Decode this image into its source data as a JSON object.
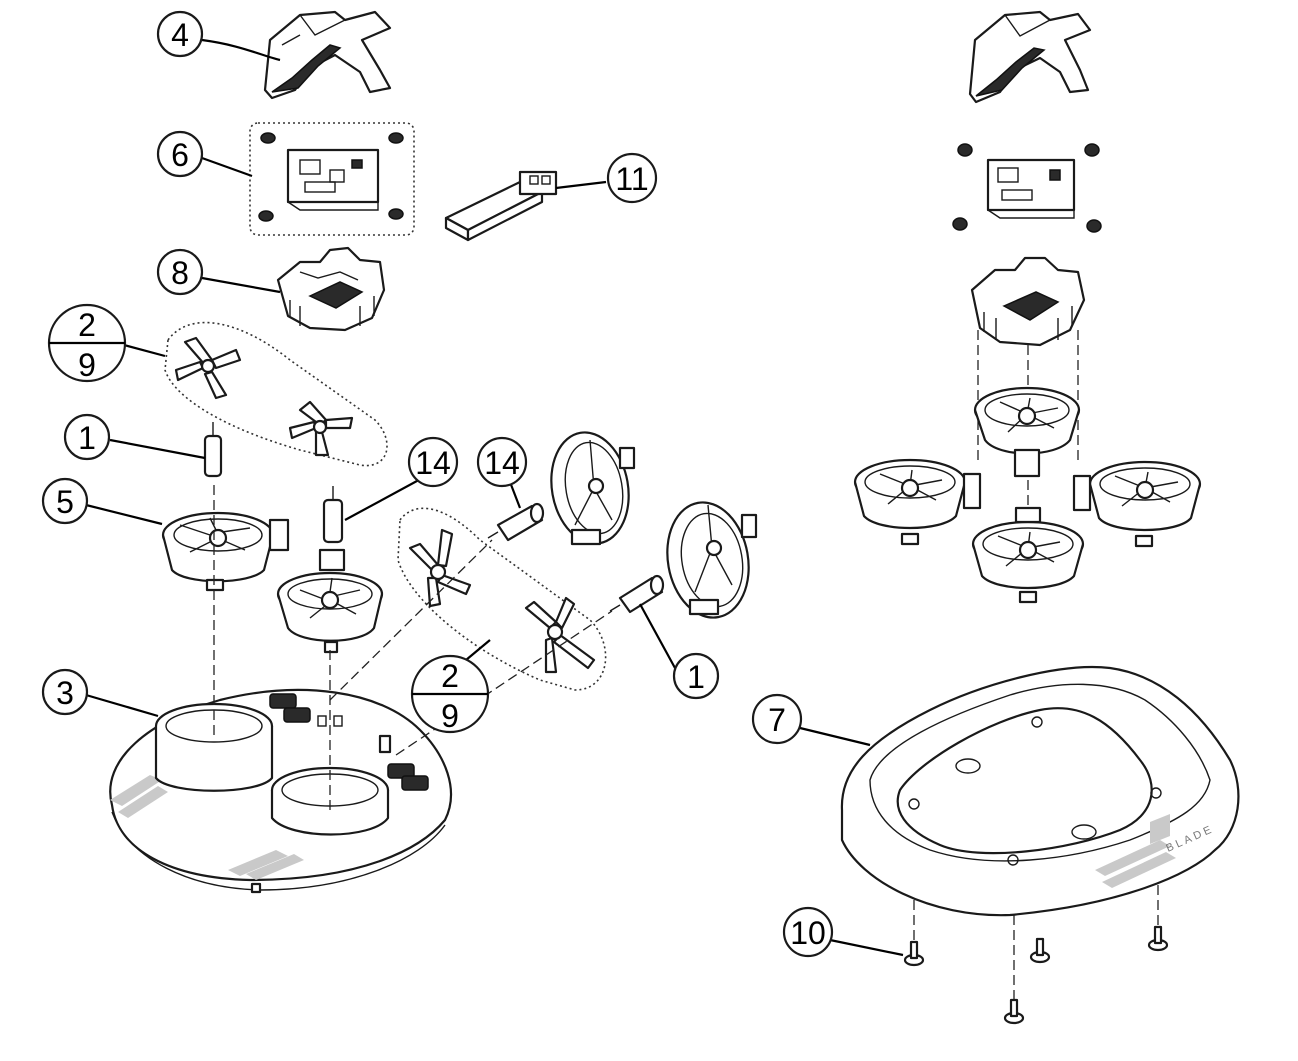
{
  "callouts": {
    "c4": "4",
    "c6": "6",
    "c11": "11",
    "c8": "8",
    "c29a_top": "2",
    "c29a_bottom": "9",
    "c1a": "1",
    "c14a": "14",
    "c14b": "14",
    "c5": "5",
    "c3": "3",
    "c29b_top": "2",
    "c29b_bottom": "9",
    "c1b": "1",
    "c7": "7",
    "c10": "10"
  },
  "base_logo_text": "BLADE"
}
